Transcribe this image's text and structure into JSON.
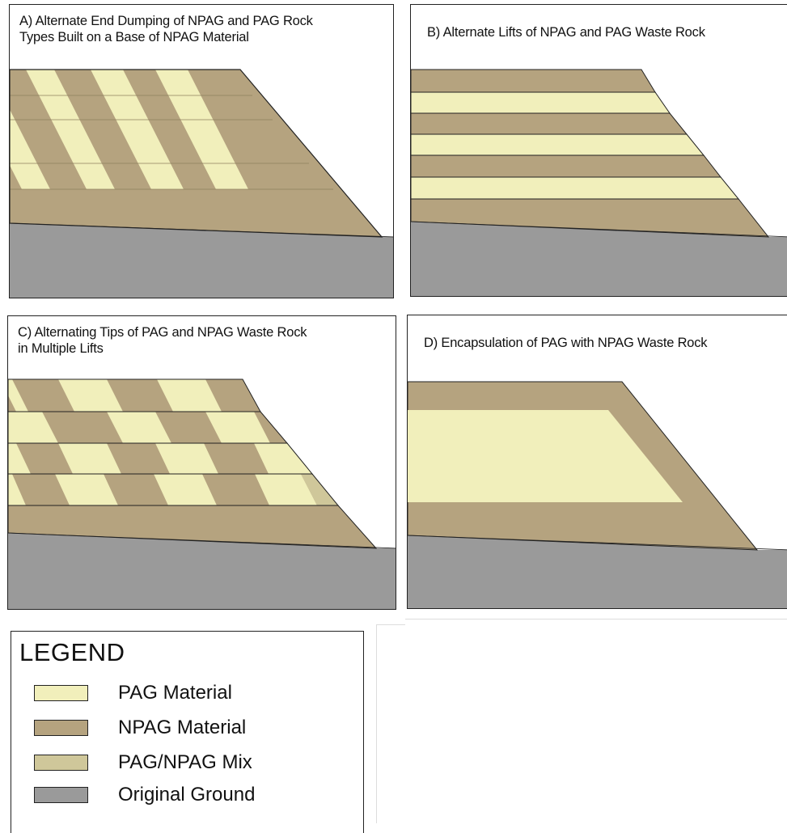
{
  "colors": {
    "pag": "#F1EFBB",
    "npag": "#B5A37F",
    "mix": "#CFC79A",
    "ground": "#9A9A9A",
    "outline": "#222222"
  },
  "panels": {
    "a": {
      "title_line1": "A) Alternate End Dumping of NPAG and PAG Rock",
      "title_line2": "Types Built on a Base of NPAG Material"
    },
    "b": {
      "title_line1": "B) Alternate Lifts of NPAG and PAG Waste Rock",
      "title_line2": ""
    },
    "c": {
      "title_line1": "C) Alternating Tips of PAG and NPAG Waste Rock",
      "title_line2": "in Multiple Lifts"
    },
    "d": {
      "title_line1": "D) Encapsulation of PAG with NPAG Waste Rock",
      "title_line2": ""
    }
  },
  "legend": {
    "title": "LEGEND",
    "items": [
      {
        "label": "PAG Material",
        "color": "#F1EFBB"
      },
      {
        "label": "NPAG Material",
        "color": "#B5A37F"
      },
      {
        "label": "PAG/NPAG Mix",
        "color": "#CFC79A"
      },
      {
        "label": "Original Ground",
        "color": "#9A9A9A"
      }
    ]
  }
}
